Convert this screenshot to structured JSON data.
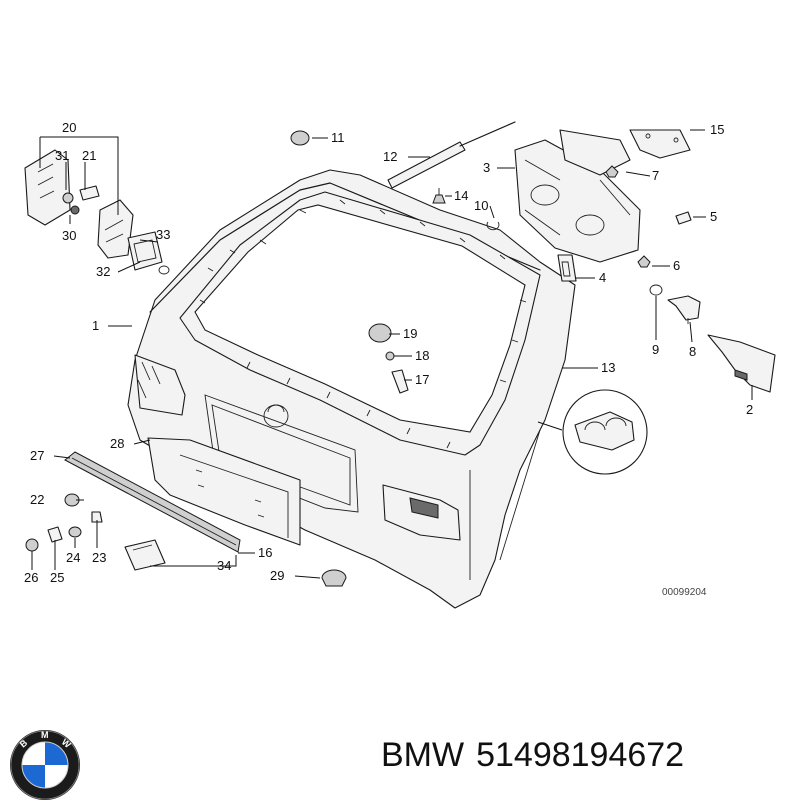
{
  "diagram": {
    "callouts": {
      "c1": "1",
      "c2": "2",
      "c3": "3",
      "c4": "4",
      "c5": "5",
      "c6": "6",
      "c7": "7",
      "c8": "8",
      "c9": "9",
      "c10": "10",
      "c11": "11",
      "c12": "12",
      "c13": "13",
      "c14": "14",
      "c15": "15",
      "c16": "16",
      "c17": "17",
      "c18": "18",
      "c19": "19",
      "c20": "20",
      "c21": "21",
      "c22": "22",
      "c23": "23",
      "c24": "24",
      "c25": "25",
      "c26": "26",
      "c27": "27",
      "c28": "28",
      "c29": "29",
      "c30": "30",
      "c31": "31",
      "c32": "32",
      "c33": "33",
      "c34": "34"
    },
    "reference_code": "00099204"
  },
  "logo": {
    "name": "bmw-logo-icon",
    "colors": {
      "ring": "#1b1b1b",
      "blue": "#1c69d4",
      "white": "#ffffff"
    }
  },
  "footer": {
    "brand": "BMW",
    "part_number": "51498194672"
  }
}
